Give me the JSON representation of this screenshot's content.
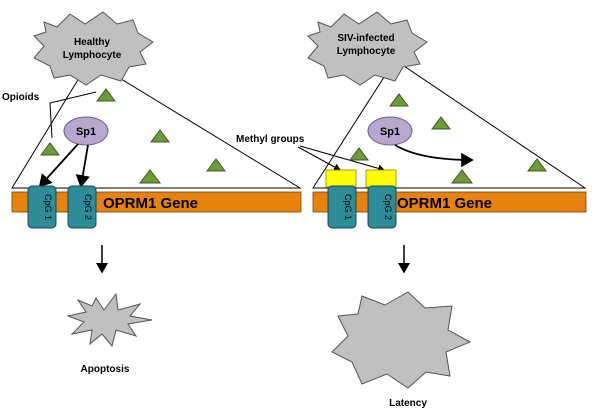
{
  "left_panel": {
    "cell_label_line1": "Healthy",
    "cell_label_line2": "Lymphocyte",
    "opioids_label": "Opioids",
    "sp1_label": "Sp1",
    "cpg1_label": "CpG 1",
    "cpg2_label": "CpG 2",
    "gene_label": "OPRM1 Gene",
    "outcome_label": "Apoptosis"
  },
  "right_panel": {
    "cell_label_line1": "SIV-infected",
    "cell_label_line2": "Lymphocyte",
    "methyl_label": "Methyl groups",
    "sp1_label": "Sp1",
    "cpg1_label": "CpG 1",
    "cpg2_label": "CpG 2",
    "gene_label": "OPRM1 Gene",
    "outcome_label": "Latency"
  },
  "colors": {
    "gene_bar": "#e8820e",
    "cpg_box": "#2e8c99",
    "sp1": "#b7a7cf",
    "triangle": "#6f9a3a",
    "methyl": "#ffff00",
    "cell_shape": "#c0c0c0"
  }
}
